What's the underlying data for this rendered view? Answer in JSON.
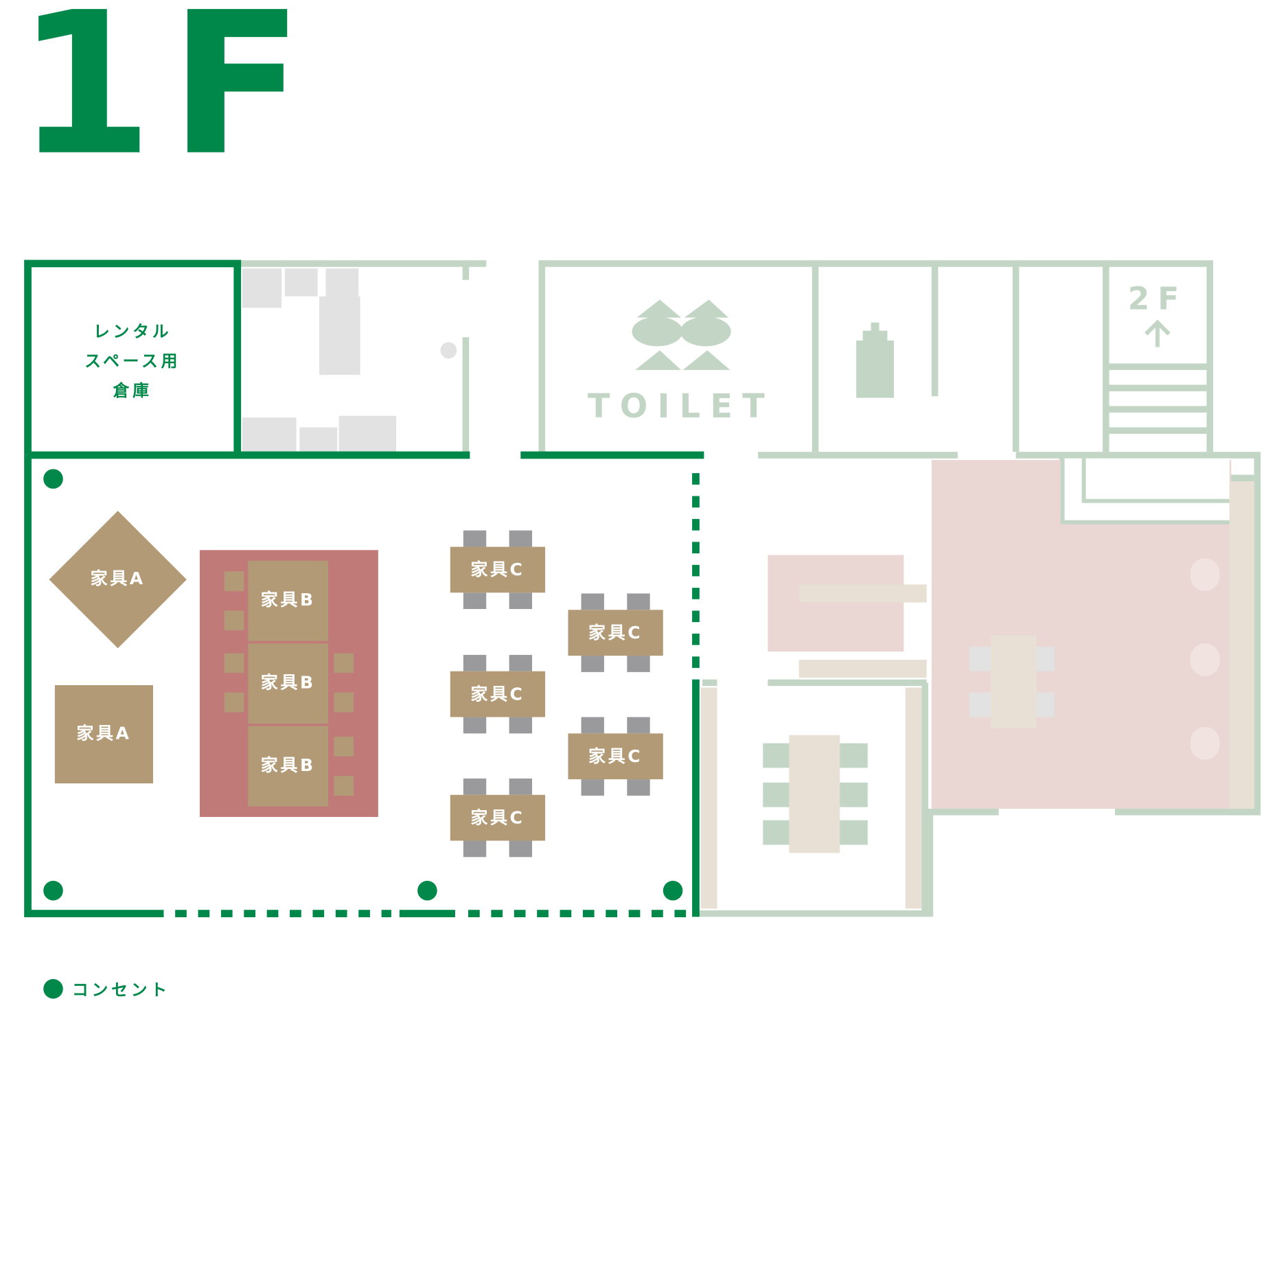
{
  "title": "1F",
  "storage_room": {
    "line1": "レンタル",
    "line2": "スペース用",
    "line3": "倉庫"
  },
  "toilet_label": "TOILET",
  "upstairs_label": "2F",
  "furniture": {
    "a": "家具A",
    "b": "家具B",
    "c": "家具C"
  },
  "legend": {
    "outlet_label": "コンセント"
  },
  "colors": {
    "green": "#00884a",
    "light_green": "#c3d6c5",
    "tan": "#b39a76",
    "rug_red": "#c07a78",
    "chair_gray": "#9a9a9c",
    "pink": "#ead6d3",
    "beige": "#e8e0d4"
  }
}
